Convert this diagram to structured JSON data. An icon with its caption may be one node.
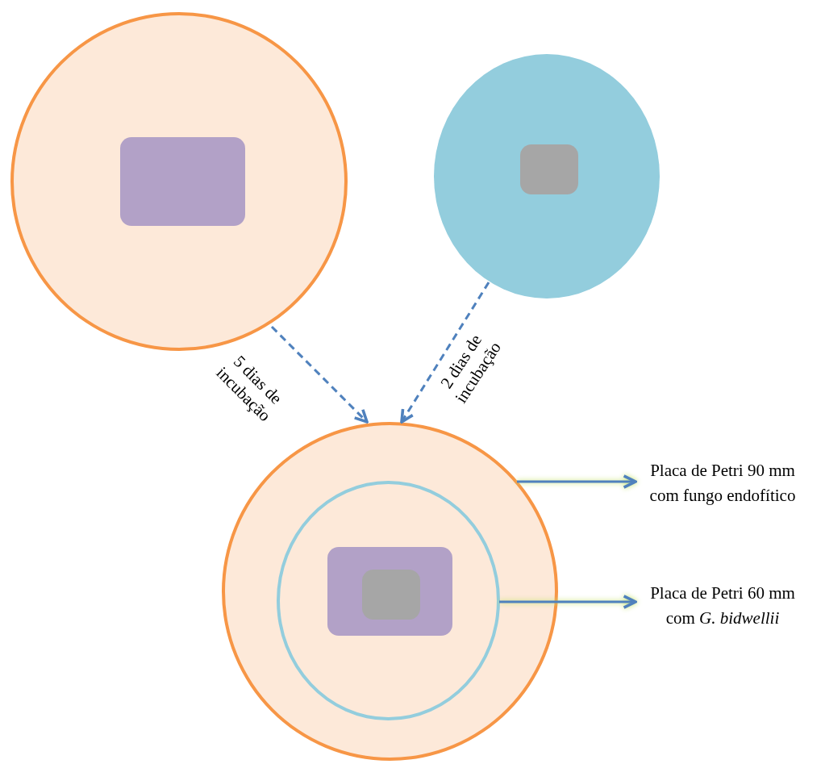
{
  "diagram": {
    "nodes": [
      {
        "text": [],
        "shape": "circle"
      },
      {
        "text": [],
        "shape": "box",
        "in": 0
      },
      {
        "text": [],
        "shape": "circle"
      },
      {
        "text": [],
        "shape": "box",
        "in": 2
      },
      {
        "text": [],
        "shape": "circle"
      },
      {
        "text": [],
        "shape": "circle",
        "in": 4
      },
      {
        "text": [],
        "shape": "box",
        "in": 5
      },
      {
        "text": [],
        "shape": "box",
        "in": 6
      },
      {
        "text": [
          "Placa de Petri 90 mm com fungo endofítico"
        ]
      },
      {
        "text": [
          "Placa de Petri 60 mm com *G. bidwellii*"
        ]
      }
    ],
    "edges": [
      {
        "from": 0,
        "to": 4,
        "arrow": "to",
        "style": "dashed",
        "label": "5 dias de incubação"
      },
      {
        "from": 2,
        "to": 4,
        "arrow": "to",
        "style": "dashed",
        "label": "2 dias de incubação"
      },
      {
        "from": 4,
        "to": 8,
        "arrow": "to"
      },
      {
        "from": 5,
        "to": 9,
        "arrow": "to"
      }
    ]
  }
}
